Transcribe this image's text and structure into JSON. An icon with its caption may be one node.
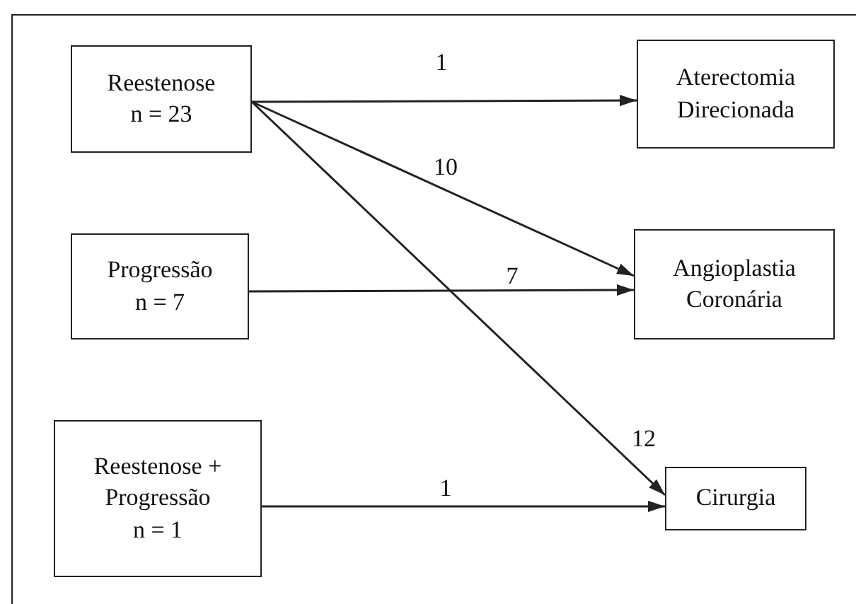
{
  "diagram": {
    "nodes": [
      {
        "text": [
          "Reestenose",
          "n = 23"
        ]
      },
      {
        "text": [
          "Aterectomia Direcionada"
        ]
      },
      {
        "text": [
          "Progressão",
          "n = 7"
        ]
      },
      {
        "text": [
          "Angioplastia Coronária"
        ]
      },
      {
        "text": [
          "Reestenose + Progressão",
          "n = 1"
        ]
      },
      {
        "text": [
          "Cirurgia"
        ]
      }
    ],
    "edges": [
      {
        "from": 0,
        "to": 1,
        "arrow": "to",
        "label": "1"
      },
      {
        "from": 0,
        "to": 3,
        "arrow": "to",
        "label": "10"
      },
      {
        "from": 2,
        "to": 3,
        "arrow": "to",
        "label": "7"
      },
      {
        "from": 0,
        "to": 5,
        "arrow": "to",
        "label": "12"
      },
      {
        "from": 4,
        "to": 5,
        "arrow": "to",
        "label": "1"
      }
    ]
  }
}
